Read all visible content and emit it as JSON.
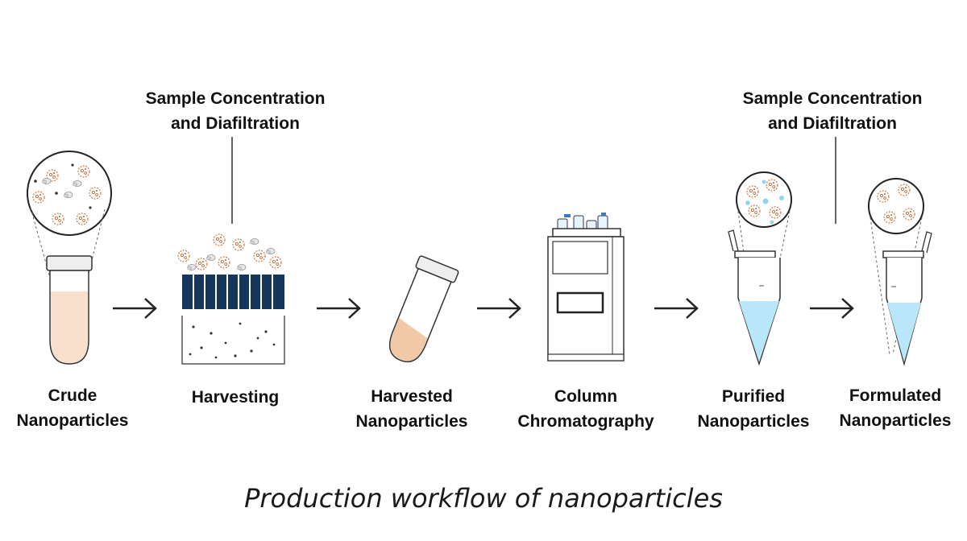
{
  "top_labels": [
    {
      "line1": "Sample Concentration",
      "line2": "and Diafiltration"
    },
    {
      "line1": "Sample Concentration",
      "line2": "and Diafiltration"
    }
  ],
  "steps": [
    {
      "line1": "Crude",
      "line2": "Nanoparticles"
    },
    {
      "line1": "Harvesting",
      "line2": ""
    },
    {
      "line1": "Harvested",
      "line2": "Nanoparticles"
    },
    {
      "line1": "Column",
      "line2": "Chromatography"
    },
    {
      "line1": "Purified",
      "line2": "Nanoparticles"
    },
    {
      "line1": "Formulated",
      "line2": "Nanoparticles"
    }
  ],
  "caption": "Production workflow of nanoparticles",
  "colors": {
    "crude_liquid": "#f8e0cc",
    "harvested_liquid": "#f2c9a6",
    "filter_blue": "#16365c",
    "purified_liquid": "#b9e6f8",
    "particle_orange": "#d07a3c",
    "text": "#111111"
  },
  "icons": [
    "magnifier-circle-icon",
    "arrow-right-icon",
    "test-tube-icon",
    "filter-membrane-icon",
    "chromatography-instrument-icon",
    "centrifuge-tube-icon"
  ]
}
